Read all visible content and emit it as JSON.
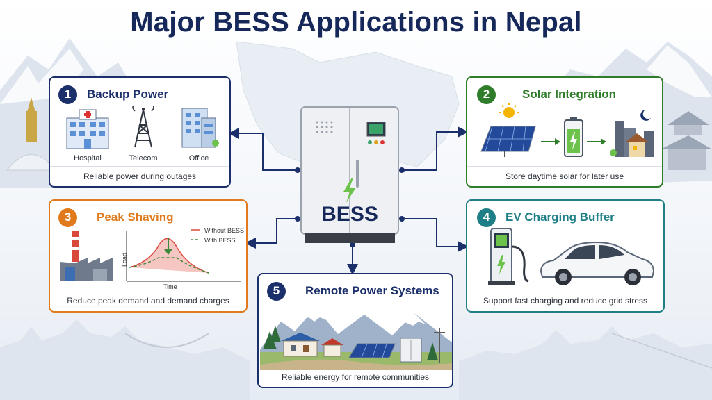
{
  "title": "Major BESS Applications in Nepal",
  "center": {
    "label": "BESS"
  },
  "cards": {
    "backup": {
      "number": "1",
      "title": "Backup Power",
      "items": [
        "Hospital",
        "Telecom",
        "Office"
      ],
      "caption": "Reliable power during outages",
      "color": "#1b2f6b"
    },
    "solar": {
      "number": "2",
      "title": "Solar Integration",
      "caption": "Store daytime solar for later use",
      "color": "#2f7d2a"
    },
    "peak": {
      "number": "3",
      "title": "Peak Shaving",
      "caption": "Reduce peak demand and demand charges",
      "color": "#e07a1c",
      "legend": [
        "Without BESS",
        "With BESS"
      ],
      "xlabel": "Time",
      "ylabel": "Load"
    },
    "ev": {
      "number": "4",
      "title": "EV Charging Buffer",
      "caption": "Support fast charging and reduce grid stress",
      "color": "#1f7f86"
    },
    "remote": {
      "number": "5",
      "title": "Remote Power Systems",
      "caption": "Reliable energy for remote communities",
      "color": "#1b2f6b"
    }
  },
  "colors": {
    "accent_green": "#6cc24a",
    "title": "#16285a"
  }
}
